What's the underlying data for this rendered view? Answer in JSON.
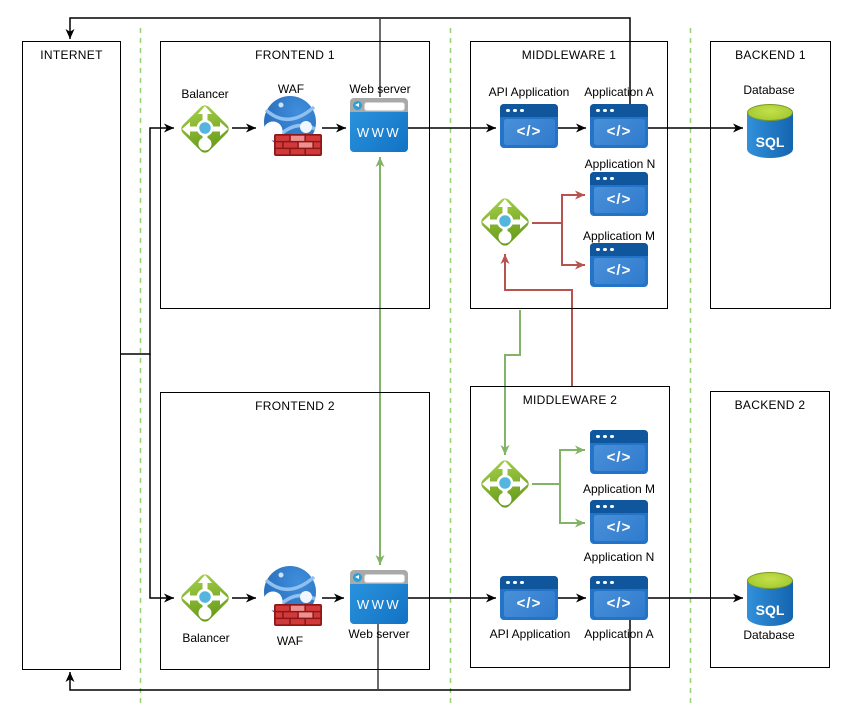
{
  "colors": {
    "flow_black": "#000000",
    "web_sync_gray": "#5b5b5b",
    "green_connector": "#82b366",
    "red_connector": "#b85450",
    "zone_divider_green": "#97d077",
    "zone_border": "#000000",
    "azure_app_blue": "#2373c8",
    "azure_app_header_blue": "#0f569d",
    "web_server_blue": "#1e88d4",
    "load_balancer_green": "#8ebe3f",
    "waf_globe_blue": "#2d7ccc",
    "brick_wall_red": "#c62f2f",
    "sql_body_blue": "#1e7ac2",
    "sql_top_green": "#a2c93a"
  },
  "zones": {
    "internet": {
      "label": "INTERNET"
    },
    "frontend1": {
      "label": "FRONTEND 1"
    },
    "middleware1": {
      "label": "MIDDLEWARE 1"
    },
    "backend1": {
      "label": "BACKEND 1"
    },
    "frontend2": {
      "label": "FRONTEND 2"
    },
    "middleware2": {
      "label": "MIDDLEWARE 2"
    },
    "backend2": {
      "label": "BACKEND 2"
    }
  },
  "nodes": {
    "balancer1": {
      "label": "Balancer",
      "icon": "load-balancer"
    },
    "waf1": {
      "label": "WAF",
      "icon": "web-application-firewall"
    },
    "webserver1": {
      "label": "Web server",
      "icon": "browser-www"
    },
    "api_app1": {
      "label": "API Application",
      "icon": "app-window"
    },
    "app_a1": {
      "label": "Application A",
      "icon": "app-window"
    },
    "app_n1": {
      "label": "Application N",
      "icon": "app-window"
    },
    "app_m1": {
      "label": "Application M",
      "icon": "app-window"
    },
    "mw1_balancer": {
      "icon": "load-balancer"
    },
    "database1": {
      "label": "Database",
      "icon": "sql-database"
    },
    "balancer2": {
      "label": "Balancer",
      "icon": "load-balancer"
    },
    "waf2": {
      "label": "WAF",
      "icon": "web-application-firewall"
    },
    "webserver2": {
      "label": "Web server",
      "icon": "browser-www"
    },
    "api_app2": {
      "label": "API Application",
      "icon": "app-window"
    },
    "app_a2": {
      "label": "Application A",
      "icon": "app-window"
    },
    "app_n2": {
      "label": "Application N",
      "icon": "app-window"
    },
    "app_m2": {
      "label": "Application M",
      "icon": "app-window"
    },
    "mw2_balancer": {
      "icon": "load-balancer"
    },
    "database2": {
      "label": "Database",
      "icon": "sql-database"
    }
  },
  "icon_text": {
    "www": "WWW",
    "sql": "SQL",
    "code_glyph": "</>"
  }
}
